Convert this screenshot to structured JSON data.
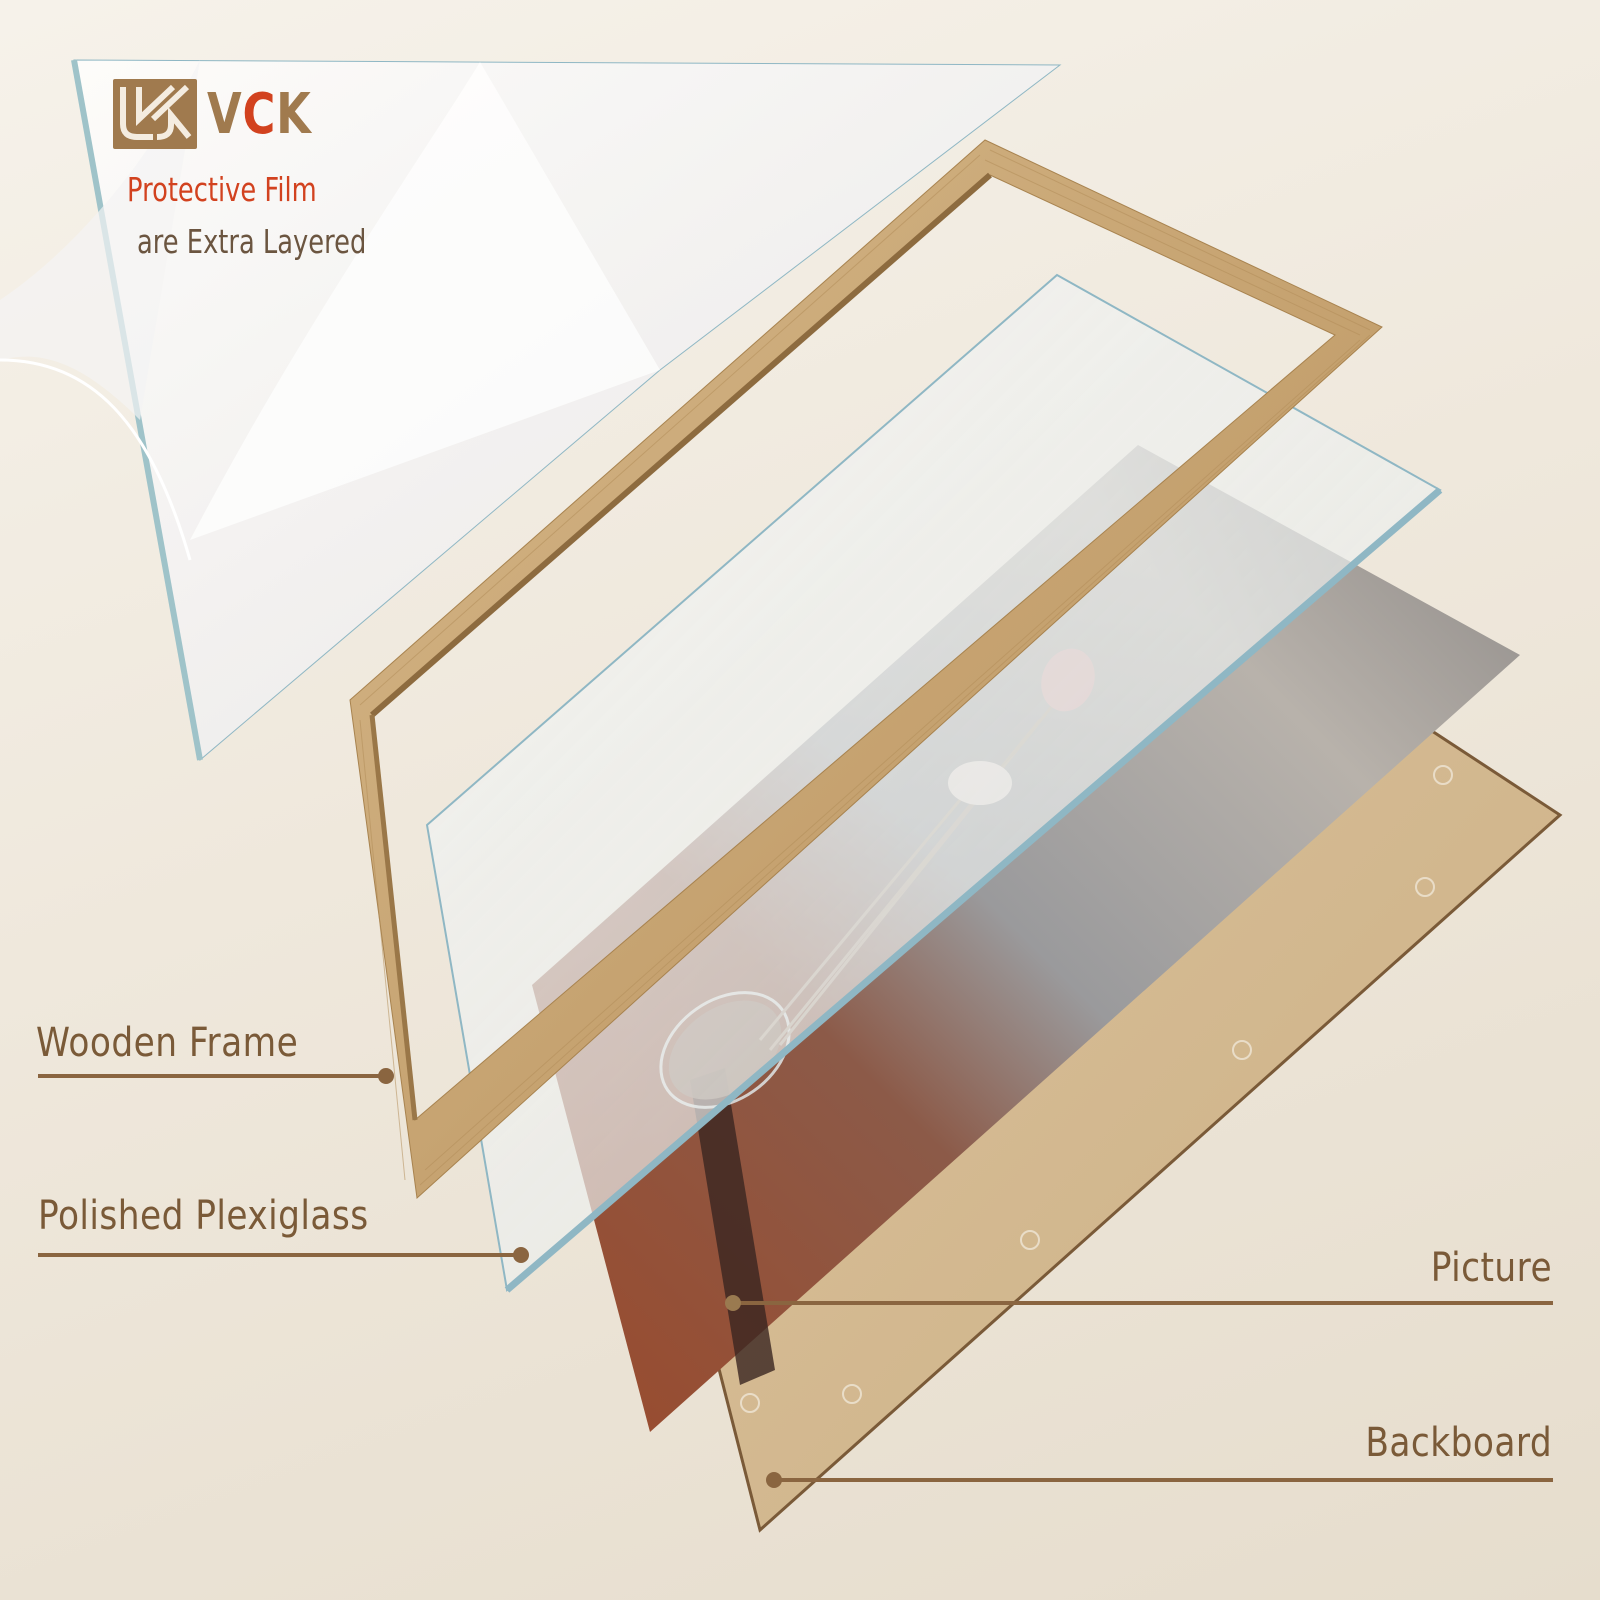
{
  "brand": {
    "name_prefix": "V",
    "name_accent": "C",
    "name_suffix": "K",
    "mark": "VCK-logo-mark",
    "colors": {
      "brand_brown": "#a07a4e",
      "accent_red": "#d2421f"
    }
  },
  "headline": {
    "line1": "Protective Film",
    "line2": "are Extra Layered"
  },
  "callouts": [
    {
      "id": "wooden-frame",
      "label": "Wooden Frame",
      "side": "left"
    },
    {
      "id": "polished-plexiglass",
      "label": "Polished Plexiglass",
      "side": "left"
    },
    {
      "id": "picture",
      "label": "Picture",
      "side": "right"
    },
    {
      "id": "backboard",
      "label": "Backboard",
      "side": "right"
    }
  ],
  "layers": {
    "order_front_to_back": [
      "Protective Film",
      "Wooden Frame",
      "Polished Plexiglass",
      "Picture",
      "Backboard"
    ]
  },
  "colors": {
    "label_text": "#7a5a38",
    "leader_line": "#8a6540",
    "frame_wood": "#c9a676",
    "backboard": "#d2b78e",
    "plexiglass_edge": "#8fb7c4",
    "background": "#efe8dc"
  }
}
